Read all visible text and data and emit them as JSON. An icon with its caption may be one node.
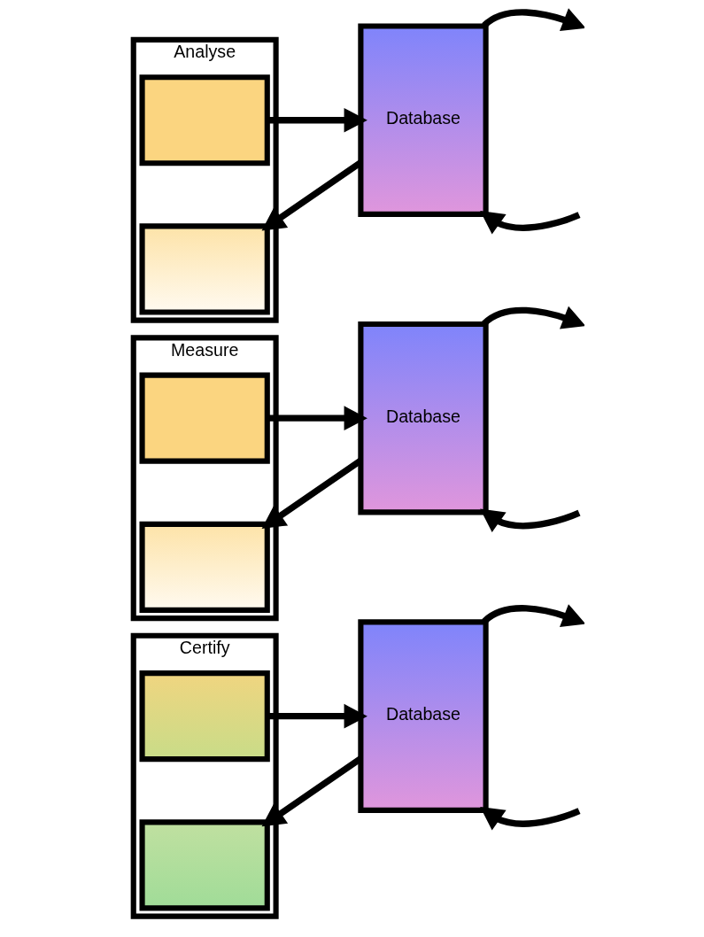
{
  "diagram": {
    "nodes": [
      {
        "text": [
          "Analyse"
        ]
      },
      {
        "text": [],
        "shape": "box",
        "in": 0
      },
      {
        "text": [],
        "shape": "box",
        "in": 0
      },
      {
        "text": [
          "Database"
        ]
      },
      {
        "text": [
          "Measure"
        ]
      },
      {
        "text": [],
        "shape": "box",
        "in": 4
      },
      {
        "text": [],
        "shape": "box",
        "in": 4
      },
      {
        "text": [
          "Database"
        ]
      },
      {
        "text": [
          "Certify"
        ]
      },
      {
        "text": [],
        "shape": "box",
        "in": 8
      },
      {
        "text": [],
        "shape": "box",
        "in": 8
      },
      {
        "text": [
          "Database"
        ]
      }
    ],
    "edges": [
      {
        "from": 1,
        "to": 3,
        "arrow": "to"
      },
      {
        "from": 3,
        "to": 2,
        "arrow": "to"
      },
      {
        "from": 3,
        "to": null,
        "arrow": "to"
      },
      {
        "from": null,
        "to": 3,
        "arrow": "to"
      },
      {
        "from": 5,
        "to": 7,
        "arrow": "to"
      },
      {
        "from": 7,
        "to": 6,
        "arrow": "to"
      },
      {
        "from": 7,
        "to": null,
        "arrow": "to"
      },
      {
        "from": null,
        "to": 7,
        "arrow": "to"
      },
      {
        "from": 9,
        "to": 11,
        "arrow": "to"
      },
      {
        "from": 11,
        "to": 10,
        "arrow": "to"
      },
      {
        "from": 11,
        "to": null,
        "arrow": "to"
      },
      {
        "from": null,
        "to": 11,
        "arrow": "to"
      }
    ]
  }
}
